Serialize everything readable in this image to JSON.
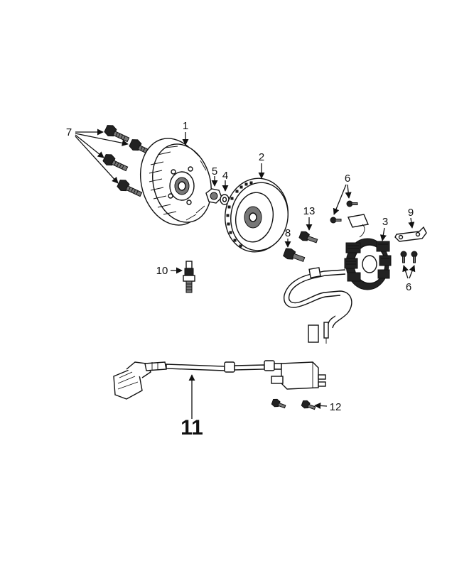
{
  "diagram": {
    "background": "#ffffff",
    "ink": "#111111",
    "callouts": {
      "c1": "1",
      "c2": "2",
      "c3": "3",
      "c4": "4",
      "c5": "5",
      "c6a": "6",
      "c6b": "6",
      "c7": "7",
      "c8": "8",
      "c9": "9",
      "c10": "10",
      "c11": "11",
      "c12": "12",
      "c13": "13"
    }
  }
}
